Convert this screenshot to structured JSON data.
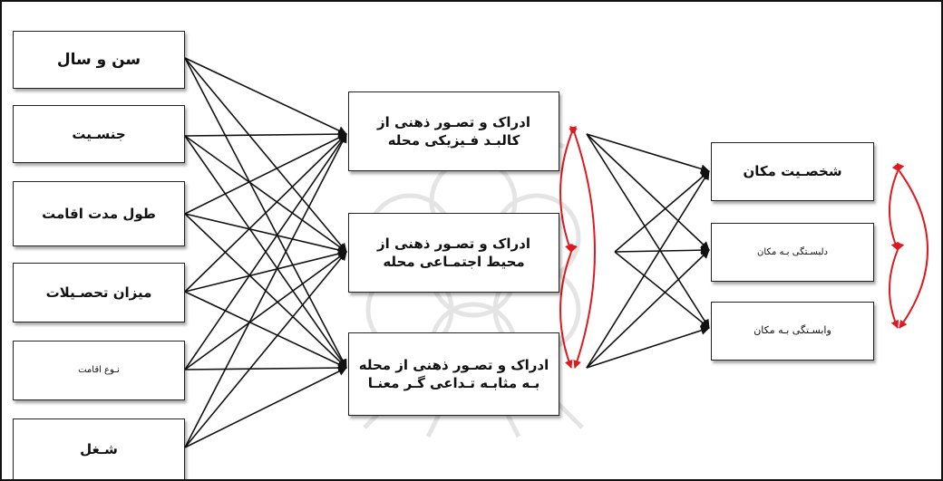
{
  "factors": [
    {
      "label": "سن و سال"
    },
    {
      "label": "جنسـیت"
    },
    {
      "label": "طول مدت اقامت"
    },
    {
      "label": "میزان تحصـیلات"
    },
    {
      "label": "نـوع اقامت"
    },
    {
      "label": "شـغل"
    }
  ],
  "perceptions": [
    {
      "label": "ادراک و تصـور ذهنی از کالبـد فـیزیکی محله"
    },
    {
      "label": "ادراک و تصـور ذهنی از محیط اجتمـاعی محله"
    },
    {
      "label": "ادراک و تصـور ذهنی از محله بـه مثابـه تـداعی گـر معنـا"
    }
  ],
  "outcomes": [
    {
      "label": "شخصـیت مکان"
    },
    {
      "label": "دلبسـتگی بـه مکان"
    },
    {
      "label": "وابسـتگی بـه مکان"
    }
  ],
  "colors": {
    "line": "#111111",
    "arc": "#e0191e",
    "border": "#222222",
    "watermark": "#cfcfcf"
  }
}
